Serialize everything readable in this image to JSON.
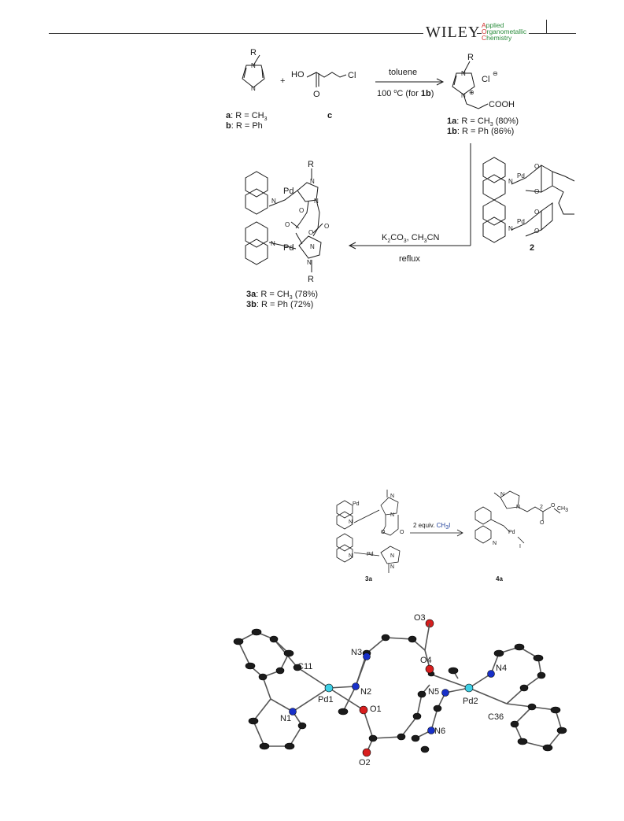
{
  "header": {
    "publisher": "WILEY",
    "journal_line1_cap": "A",
    "journal_line1_rest": "pplied",
    "journal_line2_cap": "O",
    "journal_line2_rest": "rganometallic",
    "journal_line3_cap": "C",
    "journal_line3_rest": "hemistry"
  },
  "scheme1": {
    "imidazole_r": "R",
    "imidazole_n": "N",
    "plus": "+",
    "acid_ho": "HO",
    "acid_o": "O",
    "acid_cl": "Cl",
    "label_a_bold": "a",
    "label_a_text": ": R = CH",
    "label_a_sub": "3",
    "label_b_bold": "b",
    "label_b_text": ": R = Ph",
    "label_c": "c",
    "reagent_top": "toluene",
    "reagent_bottom_pre": "100 ",
    "reagent_bottom_sup": "o",
    "reagent_bottom_mid": "C (for ",
    "reagent_bottom_bold": "1b",
    "reagent_bottom_end": ")",
    "product_r": "R",
    "product_cl": "Cl",
    "product_cooh": "COOH",
    "product_minus": "⊖",
    "product_plus": "⊕",
    "p1a_bold": "1a",
    "p1a_text": ": R = CH",
    "p1a_sub": "3",
    "p1a_yield": " (80%)",
    "p1b_bold": "1b",
    "p1b_text": ": R = Ph (86%)",
    "pd": "Pd",
    "o": "O",
    "n": "N",
    "dimer_label": "2",
    "reagent2_top_pre": "K",
    "reagent2_top_sub1": "2",
    "reagent2_top_mid": "CO",
    "reagent2_top_sub2": "3",
    "reagent2_top_rest": ", CH",
    "reagent2_top_sub3": "3",
    "reagent2_top_end": "CN",
    "reagent2_bottom": "reflux",
    "p3a_bold": "3a",
    "p3a_text": ": R = CH",
    "p3a_sub": "3",
    "p3a_yield": " (78%)",
    "p3b_bold": "3b",
    "p3b_text": ": R = Ph (72%)"
  },
  "scheme2": {
    "reagent_pre": "2 equiv. ",
    "reagent_ch3i": "CH",
    "reagent_sub": "3",
    "reagent_i": "I",
    "left_label": "3a",
    "right_label": "4a",
    "pd": "Pd",
    "n": "N",
    "o": "O",
    "i": "I",
    "ch3": "CH",
    "ch3_sub": "3",
    "chain_sub": "2"
  },
  "ortep": {
    "atoms": [
      "C11",
      "Pd1",
      "N1",
      "N2",
      "N3",
      "O1",
      "O2",
      "O3",
      "O4",
      "N4",
      "N5",
      "Pd2",
      "C36",
      "N6"
    ]
  },
  "colors": {
    "red_accent": "#d0312d",
    "green_accent": "#2a8c3c",
    "pd_cyan": "#3fd0e6",
    "nitrogen_blue": "#1830c8",
    "oxygen_red": "#d81e1e",
    "ch3i_blue": "#1f3f9a"
  }
}
